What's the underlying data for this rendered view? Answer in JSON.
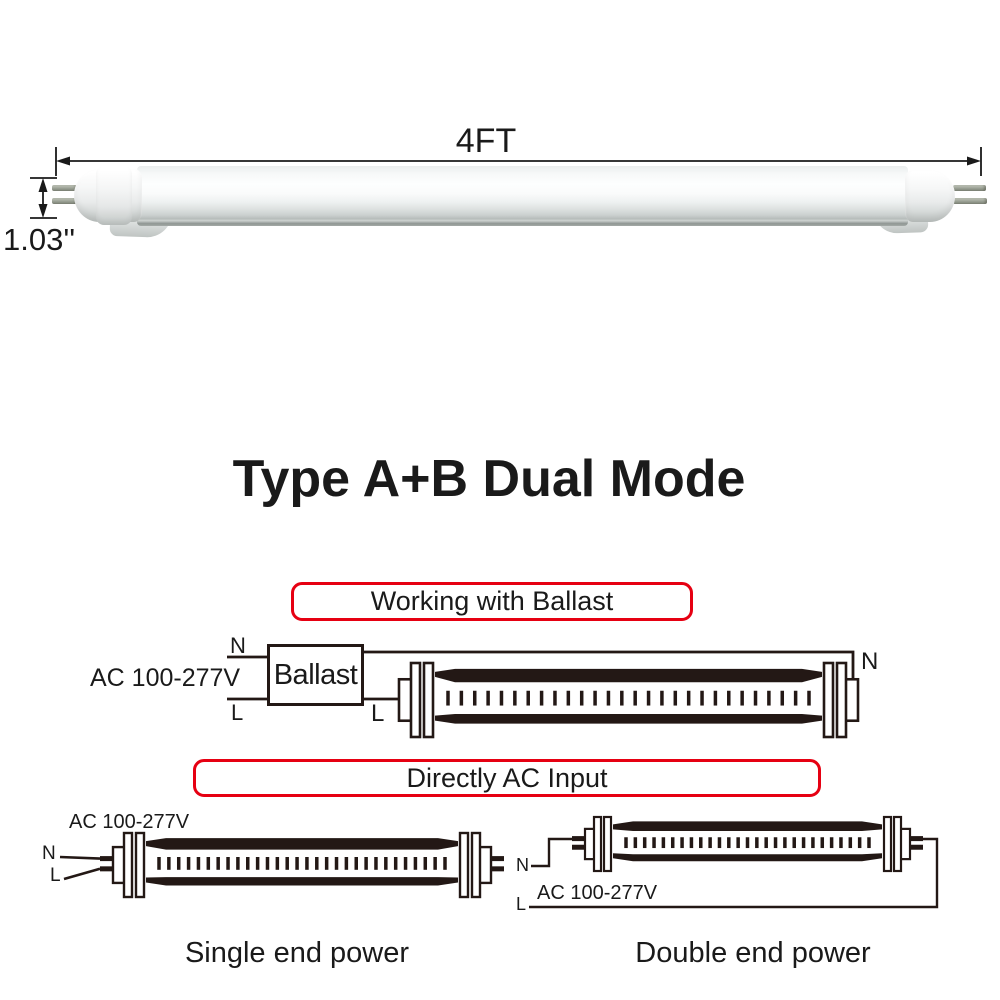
{
  "product_photo": {
    "length_label": "4FT",
    "diameter_label": "1.03''"
  },
  "title": "Type A+B Dual Mode",
  "ballast_diagram": {
    "header": "Working with Ballast",
    "ac_input_label": "AC 100-277V",
    "neutral_in_label": "N",
    "live_in_label": "L",
    "ballast_box_label": "Ballast",
    "tube_live_label": "L",
    "tube_neutral_label": "N"
  },
  "direct_diagram": {
    "header": "Directly AC Input",
    "single_end": {
      "ac_input_label": "AC 100-277V",
      "neutral_label": "N",
      "live_label": "L",
      "caption": "Single end power"
    },
    "double_end": {
      "ac_input_label": "AC 100-277V",
      "neutral_label": "N",
      "live_label": "L",
      "caption": "Double end power"
    }
  },
  "colors": {
    "accent_red": "#e60012",
    "line_dark": "#231815",
    "text_dark": "#1a1a1a"
  }
}
